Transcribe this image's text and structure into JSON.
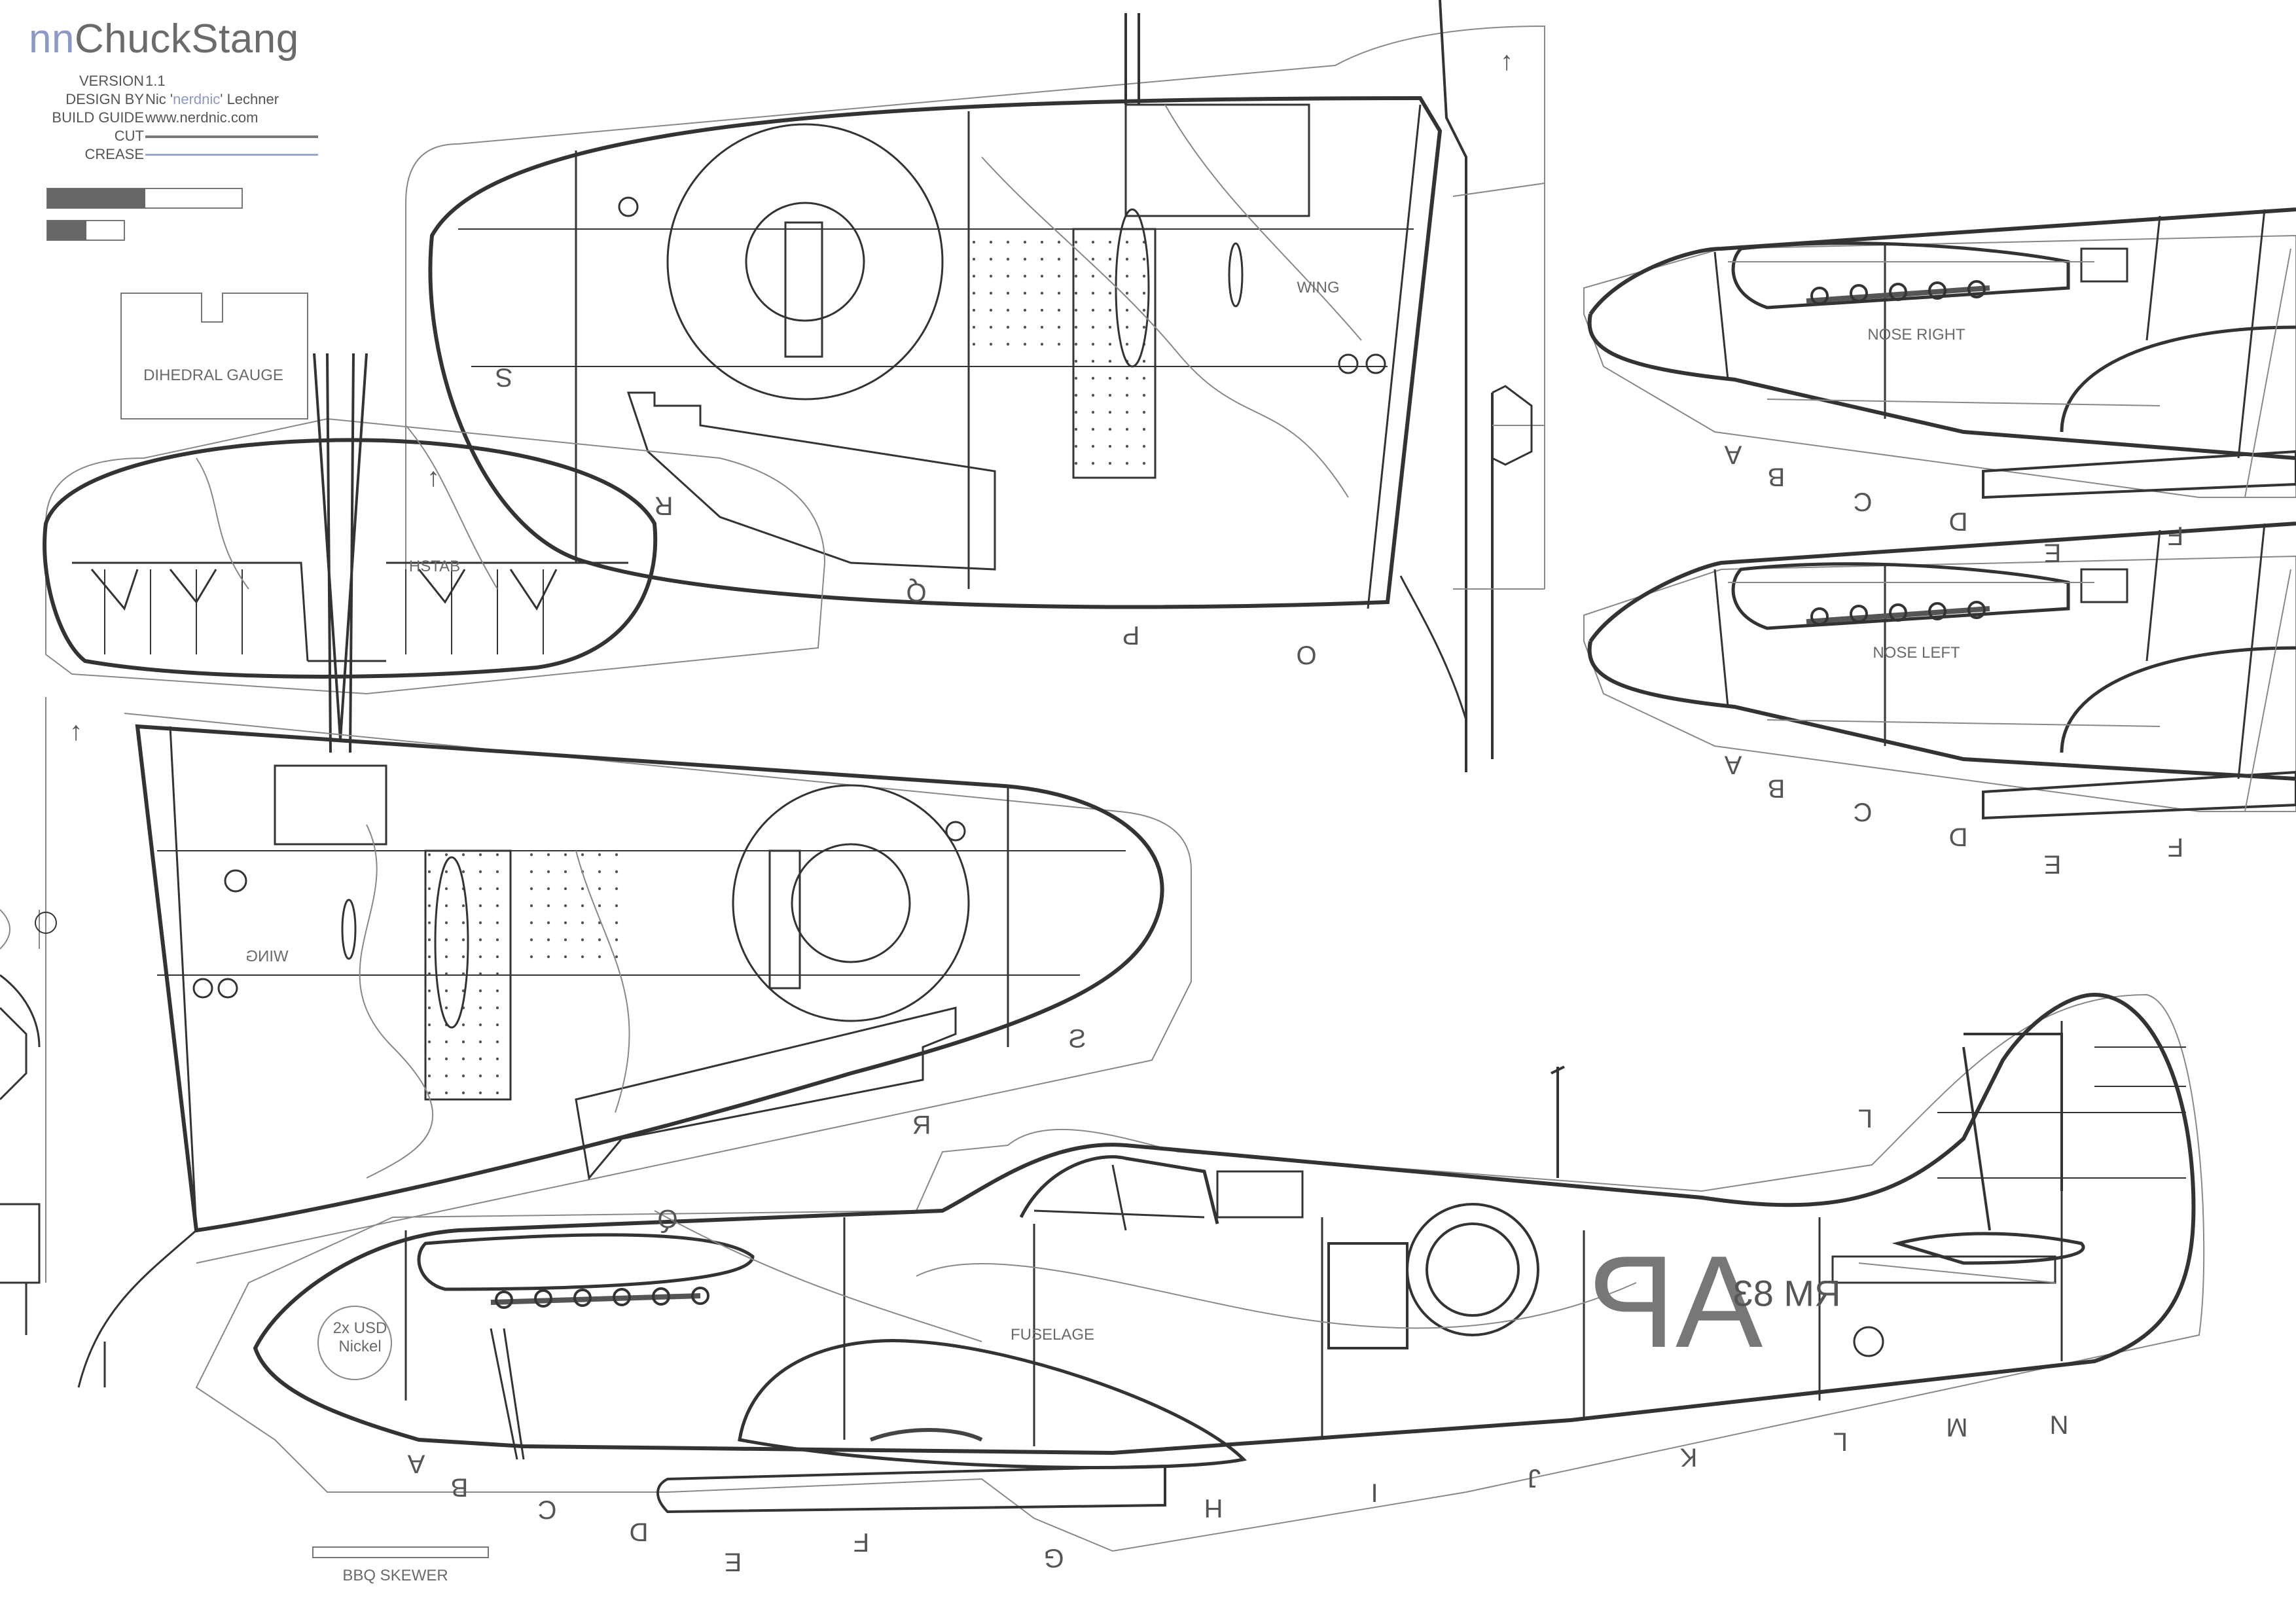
{
  "header": {
    "brand_prefix": "nn",
    "brand_name": "ChuckStang",
    "meta": [
      {
        "key": "VERSION",
        "value": "1.1"
      },
      {
        "key": "DESIGN BY",
        "value_pre": "Nic '",
        "value_hl": "nerdnic",
        "value_post": "' Lechner"
      },
      {
        "key": "BUILD GUIDE",
        "value": "www.nerdnic.com"
      },
      {
        "key": "CUT"
      },
      {
        "key": "CREASE"
      }
    ],
    "cut_color": "#7a7a7a",
    "crease_color": "#9aa8cc"
  },
  "labels": {
    "dihedral_gauge": "DIHEDRAL GAUGE",
    "hstab": "HSTAB",
    "wing_upper": "WING",
    "wing_lower": "WING",
    "nose_right": "NOSE RIGHT",
    "nose_left": "NOSE LEFT",
    "fuselage": "FUSELAGE",
    "nickel": "2x USD",
    "nickel2": "Nickel",
    "skewer": "BBQ SKEWER"
  },
  "station_letters": {
    "wing_upper": [
      "S",
      "R",
      "Q",
      "P",
      "O"
    ],
    "wing_lower": [
      "S",
      "R",
      "Q"
    ],
    "nose_right": [
      "A",
      "B",
      "C",
      "D",
      "E",
      "F"
    ],
    "nose_left": [
      "A",
      "B",
      "C",
      "D",
      "E",
      "F"
    ],
    "fuselage": [
      "A",
      "B",
      "C",
      "D",
      "E",
      "F",
      "G",
      "H",
      "I",
      "J",
      "K",
      "L",
      "M",
      "N"
    ],
    "fin": "L"
  },
  "markings": {
    "fuselage_code": "AP",
    "serial": "RM 83"
  },
  "arrow_glyph": "↑"
}
